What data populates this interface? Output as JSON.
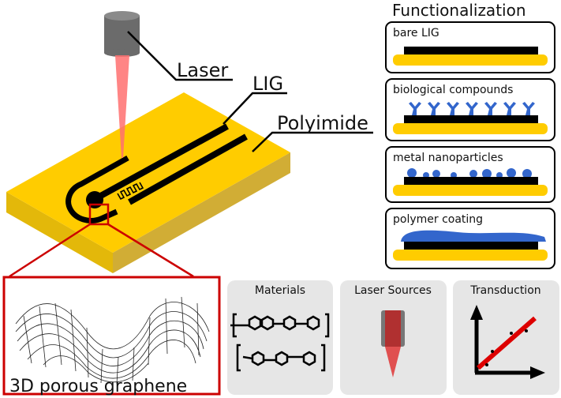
{
  "labels": {
    "laser": "Laser",
    "lig": "LIG",
    "polyimide": "Polyimide",
    "graphene": "3D porous graphene"
  },
  "functionalization": {
    "title": "Functionalization",
    "panels": [
      {
        "label": "bare LIG"
      },
      {
        "label": "biological compounds"
      },
      {
        "label": "metal nanoparticles"
      },
      {
        "label": "polymer coating"
      }
    ]
  },
  "bottom_panels": [
    {
      "title": "Materials"
    },
    {
      "title": "Laser Sources"
    },
    {
      "title": "Transduction"
    }
  ],
  "colors": {
    "polyimide": "#ffcc00",
    "lig": "#000000",
    "laser_beam": "#ff7070",
    "zoom_box": "#cc0000",
    "bio": "#3366cc",
    "panel_gray": "#e6e6e6"
  }
}
